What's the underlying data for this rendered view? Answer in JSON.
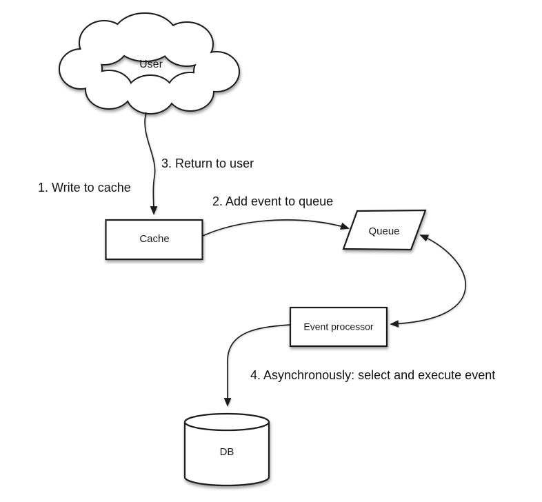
{
  "diagram": {
    "background": "#ffffff",
    "stroke_color": "#1c1c1c",
    "shape_fill": "#ffffff",
    "text_color": "#1a1a1a",
    "nodes": {
      "user": {
        "label": "User",
        "shape": "cloud"
      },
      "cache": {
        "label": "Cache",
        "shape": "rectangle"
      },
      "queue": {
        "label": "Queue",
        "shape": "parallelogram"
      },
      "event_processor": {
        "label": "Event processor",
        "shape": "rectangle"
      },
      "db": {
        "label": "DB",
        "shape": "cylinder"
      }
    },
    "annotations": {
      "step1": {
        "text": "1. Write to cache"
      },
      "step2": {
        "text": "2. Add event to queue"
      },
      "step3": {
        "text": "3. Return to user"
      },
      "step4": {
        "text": "4. Asynchronously: select and execute event"
      }
    },
    "edges": [
      {
        "from": "user",
        "to": "cache",
        "direction": "one-way"
      },
      {
        "from": "cache",
        "to": "queue",
        "direction": "one-way"
      },
      {
        "from": "queue",
        "to": "event_processor",
        "direction": "two-way"
      },
      {
        "from": "event_processor",
        "to": "db",
        "direction": "one-way"
      }
    ]
  }
}
